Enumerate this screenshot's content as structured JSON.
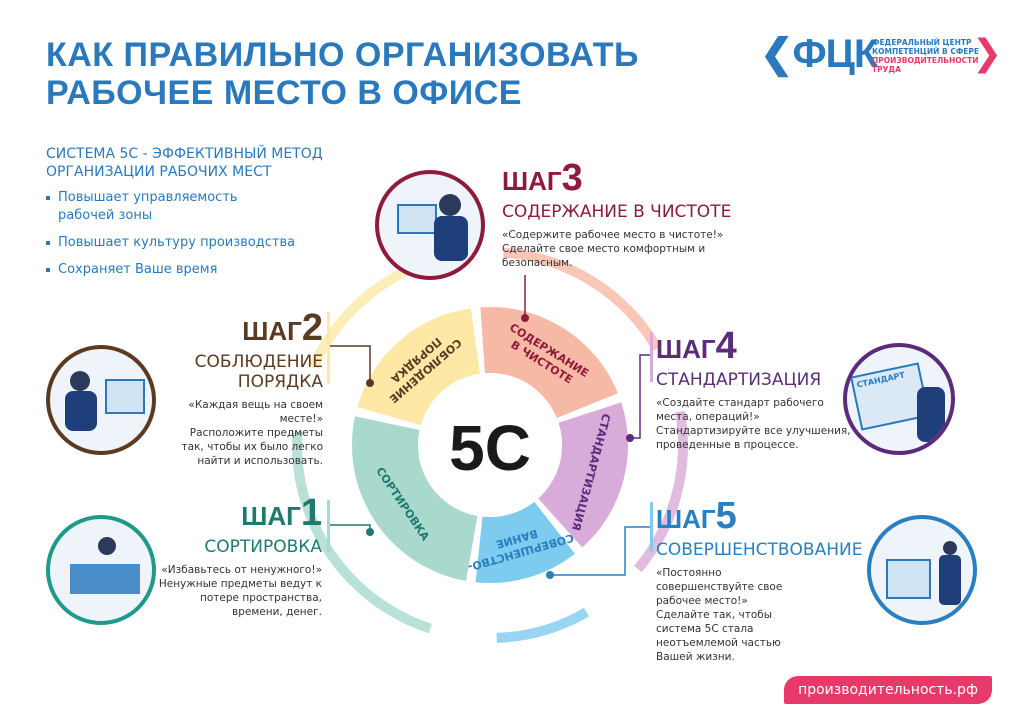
{
  "header": {
    "title_line1": "КАК ПРАВИЛЬНО ОРГАНИЗОВАТЬ",
    "title_line2": "РАБОЧЕЕ МЕСТО В ОФИСЕ"
  },
  "logo": {
    "letters": "ФЦК",
    "line1": "ФЕДЕРАЛЬНЫЙ ЦЕНТР",
    "line2": "КОМПЕТЕНЦИЙ В СФЕРЕ",
    "line3": "ПРОИЗВОДИТЕЛЬНОСТИ",
    "line4": "ТРУДА"
  },
  "intro": {
    "heading_line1": "СИСТЕМА 5С - ЭФФЕКТИВНЫЙ МЕТОД",
    "heading_line2": "ОРГАНИЗАЦИИ РАБОЧИХ МЕСТ",
    "bullets": [
      "Повышает управляемость рабочей зоны",
      "Повышает культуру производства",
      "Сохраняет Ваше время"
    ]
  },
  "center_label": "5С",
  "segments": [
    "СОРТИРОВКА",
    "СОБЛЮДЕНИЕ ПОРЯДКА",
    "СОДЕРЖАНИЕ В ЧИСТОТЕ",
    "СТАНДАРТИЗАЦИЯ",
    "СОВЕРШЕНСТВО- ВАНИЕ"
  ],
  "steps": [
    {
      "word": "ШАГ",
      "num": "1",
      "name": "СОРТИРОВКА",
      "quote": "«Избавьтесь от ненужного!»",
      "desc": "Ненужные предметы ведут к потере пространства, времени, денег.",
      "color": "#1d7a6c"
    },
    {
      "word": "ШАГ",
      "num": "2",
      "name_line1": "СОБЛЮДЕНИЕ",
      "name_line2": "ПОРЯДКА",
      "quote": "«Каждая вещь на своем месте!»",
      "desc": "Расположите предметы так, чтобы их было легко найти и использовать.",
      "color": "#5b3a22"
    },
    {
      "word": "ШАГ",
      "num": "3",
      "name": "СОДЕРЖАНИЕ В ЧИСТОТЕ",
      "quote": "«Содержите рабочее место в чистоте!»",
      "desc": "Сделайте свое место комфортным и безопасным.",
      "color": "#8e1a3c"
    },
    {
      "word": "ШАГ",
      "num": "4",
      "name": "СТАНДАРТИЗАЦИЯ",
      "quote": "«Создайте стандарт рабочего места, операций!»",
      "desc": "Стандартизируйте все улучшения, проведенные в процессе.",
      "color": "#5b2b7c"
    },
    {
      "word": "ШАГ",
      "num": "5",
      "name": "СОВЕРШЕНСТВОВАНИЕ",
      "quote": "«Постоянно совершенствуйте свое рабочее место!»",
      "desc": "Сделайте так, чтобы система 5С стала неотъемлемой частью Вашей жизни.",
      "color": "#2a7fc1"
    }
  ],
  "illustration_texts": {
    "standard_board": "СТАНДАРТ"
  },
  "colors": {
    "accent": "#2a79bd",
    "pink": "#e83a6a",
    "seg1": "#a9d9cd",
    "seg2": "#fde8a6",
    "seg3": "#f6b9a5",
    "seg4": "#d9abd8",
    "seg5": "#7ecbf0"
  },
  "footer": {
    "site": "производительность.рф"
  }
}
